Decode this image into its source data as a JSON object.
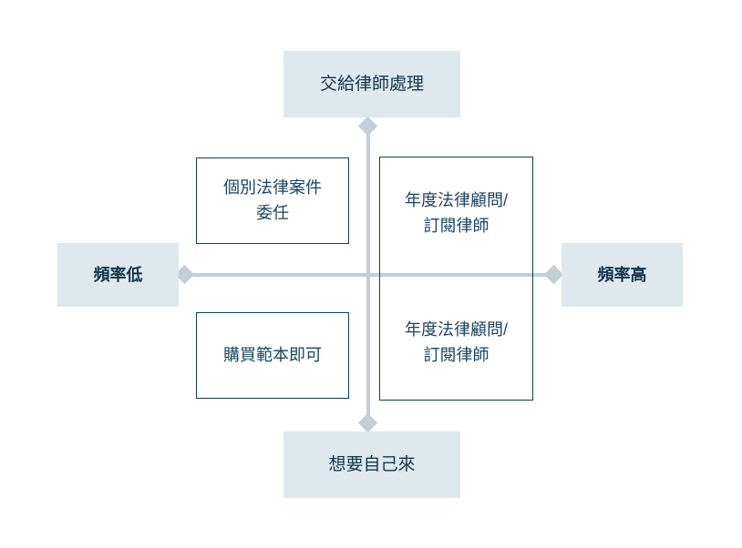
{
  "diagram": {
    "type": "2x2-quadrant-matrix",
    "title": "",
    "colors": {
      "pole_background": "#dee8ed",
      "pole_text": "#12364c",
      "cell_border": "#123e55",
      "cell_text": "#1b4460",
      "axis_line": "#c4ced6",
      "canvas_background": "#ffffff"
    }
  },
  "axes": {
    "vertical": {
      "top_label": "交給律師處理",
      "bottom_label": "想要自己來"
    },
    "horizontal": {
      "left_label": "頻率低",
      "right_label": "頻率高"
    },
    "arrowheads": [
      "arrow-top",
      "arrow-bottom",
      "arrow-left",
      "arrow-right"
    ]
  },
  "quadrants": {
    "top_left": {
      "lines": [
        "個別法律案件",
        "委任"
      ]
    },
    "bottom_left": {
      "lines": [
        "購買範本即可"
      ]
    },
    "right_top": {
      "lines": [
        "年度法律顧問/",
        "訂閱律師"
      ]
    },
    "right_bottom": {
      "lines": [
        "年度法律顧問/",
        "訂閱律師"
      ]
    }
  }
}
